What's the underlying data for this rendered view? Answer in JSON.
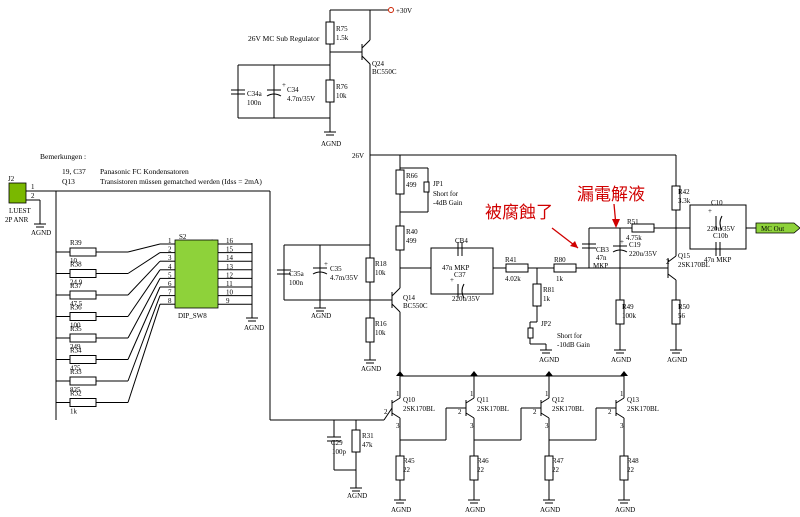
{
  "supply": {
    "plus30": "+30V",
    "rail26": "26V",
    "gnd": "AGND"
  },
  "notes": {
    "title": "Bemerkungen :",
    "row1_ref": "19, C37",
    "row1_text": "Panasonic FC Kondensatoren",
    "row2_ref": "Q13",
    "row2_text": "Transistoren müssen gematched werden (Idss = 2mA)",
    "regulator": "26V MC Sub Regulator"
  },
  "annotations": {
    "left": "被腐蝕了",
    "right": "漏電解液"
  },
  "connectors": {
    "j2": {
      "ref": "J2",
      "name": "LUEST",
      "type": "2P ANR",
      "pins": [
        "1",
        "2"
      ]
    },
    "out": {
      "label": "MC Out"
    }
  },
  "switch": {
    "ref": "S2",
    "name": "DIP_SW8",
    "left_pins": [
      "1",
      "2",
      "3",
      "4",
      "5",
      "6",
      "7",
      "8"
    ],
    "right_pins": [
      "16",
      "15",
      "14",
      "13",
      "12",
      "11",
      "10",
      "9"
    ]
  },
  "input_resistors": [
    {
      "ref": "R39",
      "value": "10"
    },
    {
      "ref": "R38",
      "value": "24.9"
    },
    {
      "ref": "R37",
      "value": "47.5"
    },
    {
      "ref": "R36",
      "value": "100"
    },
    {
      "ref": "R35",
      "value": "249"
    },
    {
      "ref": "R34",
      "value": "475"
    },
    {
      "ref": "R33",
      "value": "825"
    },
    {
      "ref": "R32",
      "value": "1k"
    }
  ],
  "transistors": {
    "q24": {
      "ref": "Q24",
      "type": "BC550C"
    },
    "q14": {
      "ref": "Q14",
      "type": "BC550C"
    },
    "q15": {
      "ref": "Q15",
      "type": "2SK170BL"
    },
    "jfets": [
      {
        "ref": "Q10",
        "type": "2SK170BL"
      },
      {
        "ref": "Q11",
        "type": "2SK170BL"
      },
      {
        "ref": "Q12",
        "type": "2SK170BL"
      },
      {
        "ref": "Q13",
        "type": "2SK170BL"
      }
    ],
    "pin_labels": {
      "one": "1",
      "two": "2",
      "three": "3"
    }
  },
  "resistors": {
    "r75": {
      "ref": "R75",
      "value": "1.5k"
    },
    "r76": {
      "ref": "R76",
      "value": "10k"
    },
    "r66": {
      "ref": "R66",
      "value": "499"
    },
    "r40": {
      "ref": "R40",
      "value": "499"
    },
    "r18": {
      "ref": "R18",
      "value": "10k"
    },
    "r16": {
      "ref": "R16",
      "value": "10k"
    },
    "r41": {
      "ref": "R41",
      "value": "4.02k"
    },
    "r80": {
      "ref": "R80",
      "value": "1k"
    },
    "r81": {
      "ref": "R81",
      "value": "1k"
    },
    "r42": {
      "ref": "R42",
      "value": "3.3k"
    },
    "r51": {
      "ref": "R51",
      "value": "4.75k"
    },
    "r49": {
      "ref": "R49",
      "value": "100k"
    },
    "r50": {
      "ref": "R50",
      "value": "56"
    },
    "r31": {
      "ref": "R31",
      "value": "47k"
    },
    "r45": {
      "ref": "R45",
      "value": "22"
    },
    "r46": {
      "ref": "R46",
      "value": "22"
    },
    "r47": {
      "ref": "R47",
      "value": "22"
    },
    "r48": {
      "ref": "R48",
      "value": "22"
    }
  },
  "capacitors": {
    "c34a": {
      "ref": "C34a",
      "value": "100n"
    },
    "c34": {
      "ref": "C34",
      "value": "4.7m/35V"
    },
    "c35a": {
      "ref": "C35a",
      "value": "100n"
    },
    "c35": {
      "ref": "C35",
      "value": "4.7m/35V"
    },
    "cb4": {
      "ref": "CB4",
      "value": "47n MKP"
    },
    "c37": {
      "ref": "C37",
      "value": "220u/35V"
    },
    "cb3": {
      "ref": "CB3",
      "value": "47n",
      "type": "MKP"
    },
    "c19": {
      "ref": "C19",
      "value": "220u/35V"
    },
    "c10": {
      "ref": "C10",
      "value": "220u/35V"
    },
    "c10b": {
      "ref": "C10b",
      "value": "47n MKP"
    },
    "c29": {
      "ref": "C29",
      "value": "100p"
    }
  },
  "jumpers": {
    "jp1": {
      "ref": "JP1",
      "line1": "Short for",
      "line2": "-4dB Gain"
    },
    "jp2": {
      "ref": "JP2",
      "line1": "Short for",
      "line2": "-10dB Gain"
    }
  },
  "colors": {
    "wire": "#000000",
    "connector": "#7ab800",
    "switch": "#8ed23a",
    "annotation": "#d00000",
    "power_dot": "#cc2200"
  }
}
